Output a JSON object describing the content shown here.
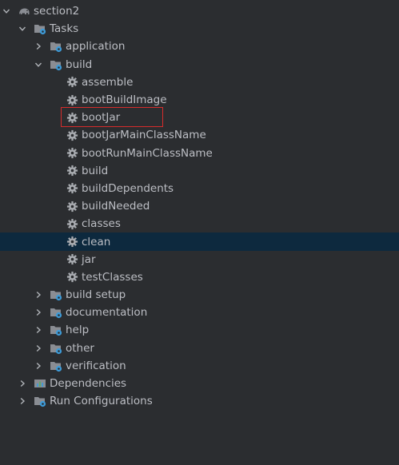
{
  "colors": {
    "background": "#2b2d30",
    "selection": "#0d293e",
    "highlight_border": "#d62b2b",
    "folder": "#8a8d93",
    "gear": "#a8abb0",
    "badge": "#3d9bd8"
  },
  "tree": {
    "root": {
      "label": "section2",
      "icon": "elephant-icon"
    },
    "tasks": {
      "label": "Tasks",
      "icon": "task-folder-icon"
    },
    "groups": {
      "application": "application",
      "build": "build",
      "build_setup": "build setup",
      "documentation": "documentation",
      "help": "help",
      "other": "other",
      "verification": "verification"
    },
    "build_tasks": [
      "assemble",
      "bootBuildImage",
      "bootJar",
      "bootJarMainClassName",
      "bootRunMainClassName",
      "build",
      "buildDependents",
      "buildNeeded",
      "classes",
      "clean",
      "jar",
      "testClasses"
    ],
    "dependencies": {
      "label": "Dependencies",
      "icon": "dependencies-icon"
    },
    "run_configurations": {
      "label": "Run Configurations",
      "icon": "run-configurations-icon"
    }
  }
}
